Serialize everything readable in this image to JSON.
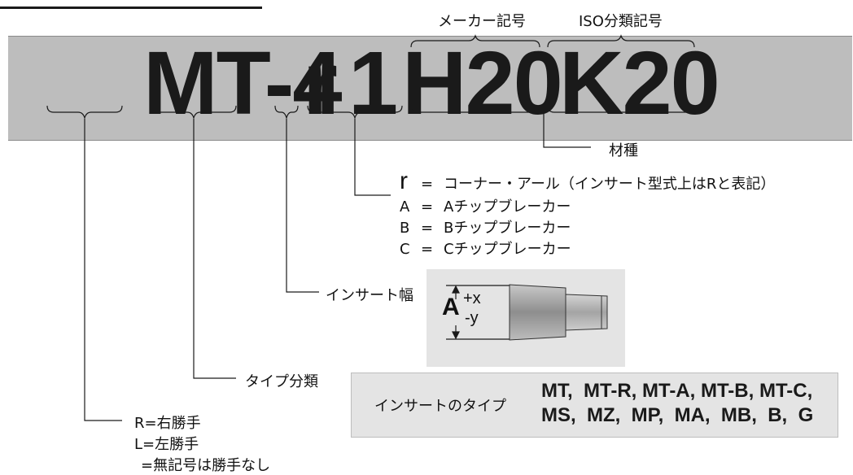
{
  "header": {
    "maker_symbol_label": "メーカー記号",
    "iso_classification_label": "ISO分類記号"
  },
  "code": {
    "type": "MT-4",
    "corner": "r",
    "width_code": "1",
    "maker": "H20",
    "iso": "K20"
  },
  "grade": {
    "label": "材種"
  },
  "corner_options": [
    {
      "key": "r",
      "eq": "=",
      "text": "コーナー・アール（インサート型式上はRと表記）"
    },
    {
      "key": "A",
      "eq": "=",
      "text": "Aチップブレーカー"
    },
    {
      "key": "B",
      "eq": "=",
      "text": "Bチップブレーカー"
    },
    {
      "key": "C",
      "eq": "=",
      "text": "Cチップブレーカー"
    }
  ],
  "insert_width": {
    "label": "インサート幅",
    "dimension_letter": "A",
    "tol_plus": "+x",
    "tol_minus": "-y"
  },
  "type_classification": {
    "label": "タイプ分類",
    "row_label": "インサートのタイプ",
    "types_line1": "MT,  MT-R, MT-A, MT-B, MT-C,",
    "types_line2": "MS,  MZ,  MP,  MA,  MB,  B,  G"
  },
  "hand": {
    "right": "R=右勝手",
    "left": "L=左勝手",
    "none": "=無記号は勝手なし"
  },
  "colors": {
    "code_bar": "#bdbdbd",
    "panel": "#e4e4e4",
    "ink": "#1a1a1a"
  }
}
